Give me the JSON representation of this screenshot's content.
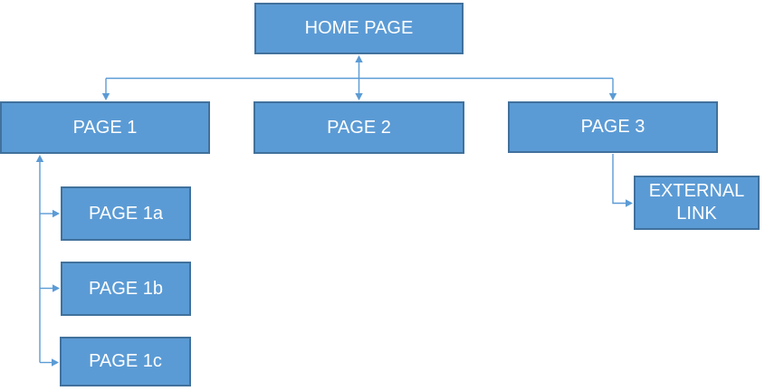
{
  "diagram": {
    "type": "sitemap-flowchart",
    "background": "#FFFFFF",
    "colors": {
      "node_fill": "#5B9BD5",
      "node_border": "#41719C",
      "connector": "#5B9BD5",
      "text": "#FFFFFF",
      "background": "#FFFFFF"
    },
    "nodes": [
      {
        "id": "home",
        "label": "HOME PAGE"
      },
      {
        "id": "page1",
        "label": "PAGE 1"
      },
      {
        "id": "page2",
        "label": "PAGE 2"
      },
      {
        "id": "page3",
        "label": "PAGE 3"
      },
      {
        "id": "page1a",
        "label": "PAGE 1a"
      },
      {
        "id": "page1b",
        "label": "PAGE 1b"
      },
      {
        "id": "page1c",
        "label": "PAGE 1c"
      },
      {
        "id": "external",
        "label": "EXTERNAL LINK"
      }
    ],
    "edges": [
      {
        "from": "HOME PAGE",
        "to": "PAGE 2",
        "style": "double-headed-arrow"
      },
      {
        "from": "HOME PAGE",
        "to": "PAGE 1",
        "style": "elbow-arrow-down"
      },
      {
        "from": "HOME PAGE",
        "to": "PAGE 3",
        "style": "elbow-arrow-down"
      },
      {
        "from": "PAGE 1",
        "to": "PAGE 1a",
        "style": "branch-arrow-right"
      },
      {
        "from": "PAGE 1",
        "to": "PAGE 1b",
        "style": "branch-arrow-right"
      },
      {
        "from": "PAGE 1",
        "to": "PAGE 1c",
        "style": "branch-arrow-right"
      },
      {
        "from": "PAGE 3",
        "to": "EXTERNAL LINK",
        "style": "elbow-arrow-right"
      }
    ]
  }
}
